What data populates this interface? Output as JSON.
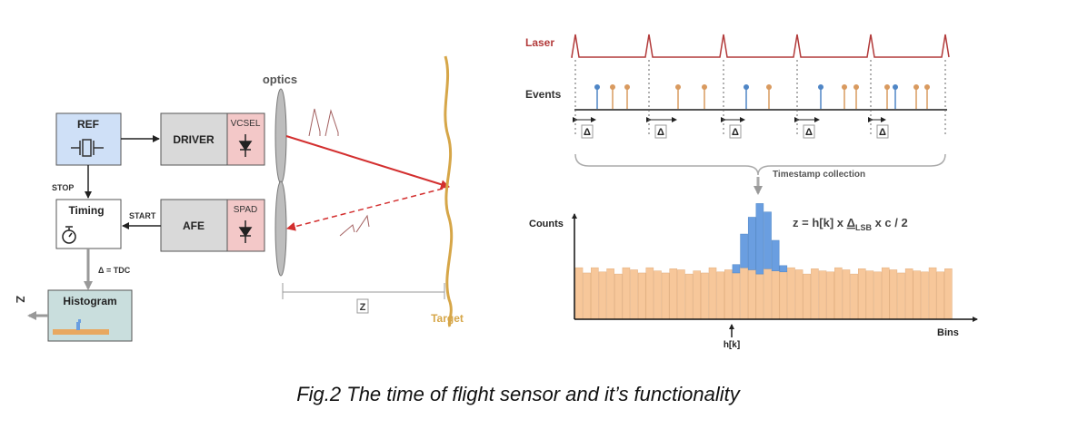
{
  "colors": {
    "laser": "#b23a3a",
    "event_blue": "#4f86c6",
    "event_orange": "#d99a5f",
    "hist_orange": "#f7c79a",
    "hist_blue": "#6a9ee0",
    "target": "#d6a648",
    "ref_box": "#cfe0f7",
    "driver_box": "#d9d9d9",
    "sensor_box": "#f3c8c8",
    "histogram_box": "#c9dedd"
  },
  "block_diagram": {
    "ref_label": "REF",
    "driver_label": "DRIVER",
    "vcsel_label": "VCSEL",
    "spad_label": "SPAD",
    "afe_label": "AFE",
    "timing_label": "Timing",
    "histogram_label": "Histogram",
    "stop_label": "STOP",
    "start_label": "START",
    "tdc_label": "Δ = TDC",
    "z_out_label": "Z",
    "optics_label": "optics",
    "target_label": "Target",
    "distance_label": "Z"
  },
  "timing_diagram": {
    "laser_label": "Laser",
    "events_label": "Events",
    "delta_label": "Δ",
    "timestamp_label": "Timestamp collection"
  },
  "chart_data": {
    "type": "bar",
    "ylabel": "Counts",
    "xlabel": "Bins",
    "peak_label": "h[k]",
    "formula": {
      "prefix": "z = h[k] x ",
      "delta": "Δ",
      "subscript": "LSB",
      "suffix": " x c / 2"
    },
    "ylim": [
      0,
      10
    ],
    "background_counts": [
      4.9,
      4.4,
      4.9,
      4.5,
      4.8,
      4.3,
      4.9,
      4.7,
      4.4,
      4.9,
      4.6,
      4.4,
      4.8,
      4.7,
      4.3,
      4.6,
      4.4,
      4.9,
      4.5,
      4.7,
      4.4,
      4.9,
      4.7,
      4.3,
      4.8,
      4.6,
      4.5,
      4.9,
      4.7,
      4.3,
      4.8,
      4.6,
      4.5,
      4.9,
      4.7,
      4.3,
      4.8,
      4.6,
      4.5,
      4.9,
      4.7,
      4.4,
      4.8,
      4.6,
      4.5,
      4.9,
      4.5,
      4.8
    ],
    "signal_counts": [
      0,
      0,
      0,
      0,
      0,
      0,
      0,
      0,
      0,
      0,
      0,
      0,
      0,
      0,
      0,
      0,
      0,
      0,
      0,
      0,
      0.8,
      3.2,
      5.0,
      6.7,
      5.4,
      2.9,
      0.6,
      0,
      0,
      0,
      0,
      0,
      0,
      0,
      0,
      0,
      0,
      0,
      0,
      0,
      0,
      0,
      0,
      0,
      0,
      0,
      0,
      0
    ]
  },
  "caption": "Fig.2  The time of flight sensor and it’s functionality"
}
